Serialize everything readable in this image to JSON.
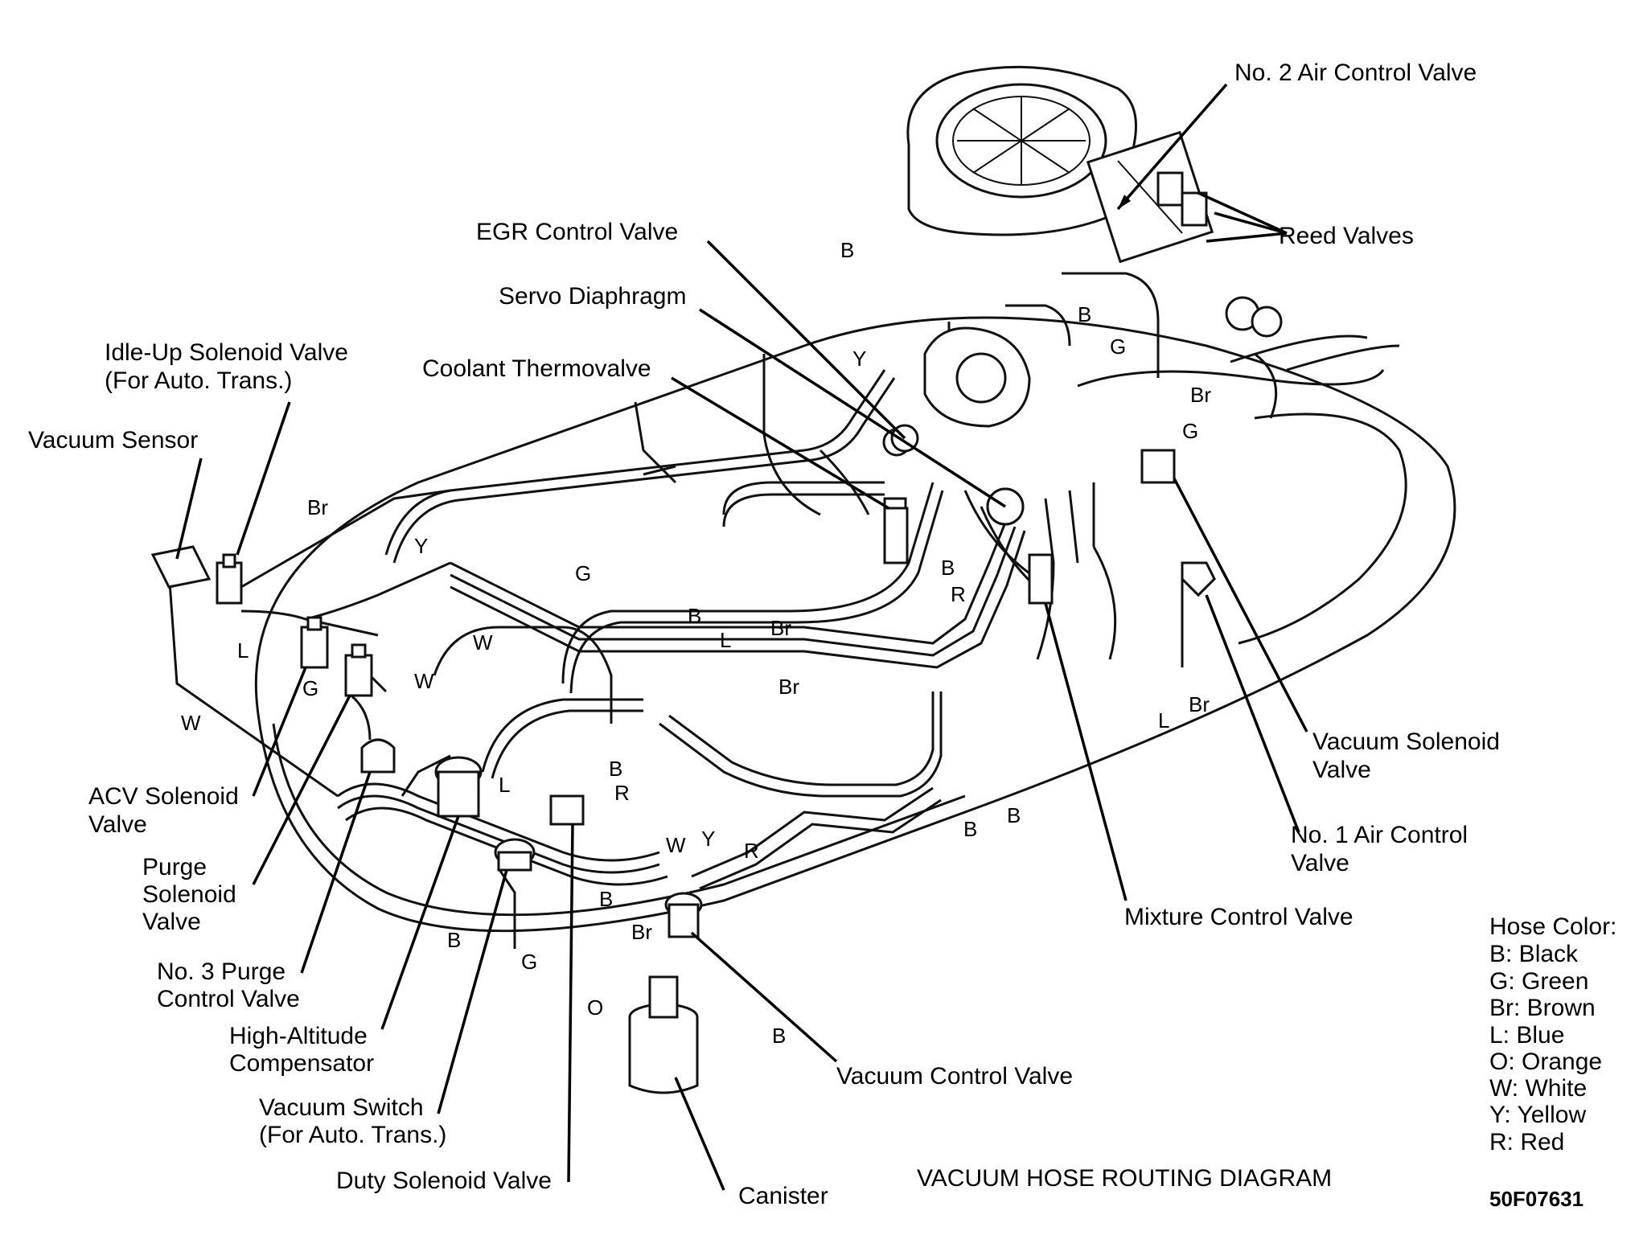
{
  "labels": {
    "no2_air_control_valve": "No. 2 Air Control Valve",
    "reed_valves": "Reed Valves",
    "egr_control_valve": "EGR Control Valve",
    "servo_diaphragm": "Servo Diaphragm",
    "idle_up_solenoid_valve": [
      "Idle-Up Solenoid Valve",
      "(For Auto. Trans.)"
    ],
    "coolant_thermovalve": "Coolant Thermovalve",
    "vacuum_sensor": "Vacuum Sensor",
    "acv_solenoid_valve": [
      "ACV Solenoid",
      "Valve"
    ],
    "purge_solenoid_valve": [
      "Purge",
      "Solenoid",
      "Valve"
    ],
    "no3_purge_control_valve": [
      "No. 3 Purge",
      "Control Valve"
    ],
    "high_altitude_compensator": [
      "High-Altitude",
      "Compensator"
    ],
    "vacuum_switch": [
      "Vacuum Switch",
      "(For Auto. Trans.)"
    ],
    "duty_solenoid_valve": "Duty Solenoid Valve",
    "canister": "Canister",
    "vacuum_control_valve": "Vacuum Control Valve",
    "mixture_control_valve": "Mixture Control Valve",
    "no1_air_control_valve": [
      "No. 1 Air Control",
      "Valve"
    ],
    "vacuum_solenoid_valve": [
      "Vacuum Solenoid",
      "Valve"
    ]
  },
  "hose_codes": {
    "black": "B",
    "green": "G",
    "brown": "Br",
    "blue": "L",
    "orange": "O",
    "white": "W",
    "yellow": "Y",
    "red": "R"
  },
  "legend": {
    "title": "Hose Color:",
    "entries": [
      "B: Black",
      "G: Green",
      "Br: Brown",
      "L: Blue",
      "O: Orange",
      "W: White",
      "Y: Yellow",
      "R: Red"
    ]
  },
  "diagram_title": "VACUUM HOSE ROUTING DIAGRAM",
  "figure_id": "50F07631"
}
